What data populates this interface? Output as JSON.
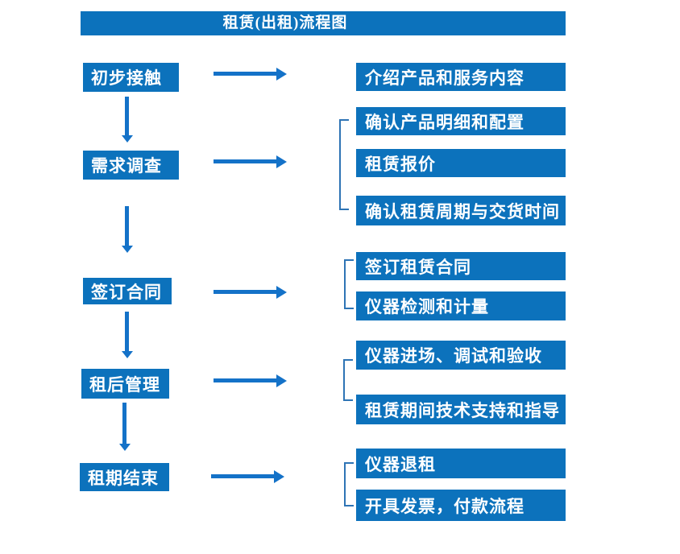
{
  "title": "租赁(出租)流程图",
  "colors": {
    "primary": "#0C72BC",
    "arrow": "#1472C8",
    "bracket": "#2E74B5",
    "background": "#FFFFFF",
    "text_on_primary": "#FFFFFF"
  },
  "left_steps": [
    {
      "label": "初步接触"
    },
    {
      "label": "需求调查"
    },
    {
      "label": "签订合同"
    },
    {
      "label": "租后管理"
    },
    {
      "label": "租期结束"
    }
  ],
  "right_items": [
    {
      "label": "介绍产品和服务内容"
    },
    {
      "label": "确认产品明细和配置"
    },
    {
      "label": "租赁报价"
    },
    {
      "label": "确认租赁周期与交货时间"
    },
    {
      "label": "签订租赁合同"
    },
    {
      "label": "仪器检测和计量"
    },
    {
      "label": "仪器进场、调试和验收"
    },
    {
      "label": "租赁期间技术支持和指导"
    },
    {
      "label": "仪器退租"
    },
    {
      "label": "开具发票，付款流程"
    }
  ]
}
